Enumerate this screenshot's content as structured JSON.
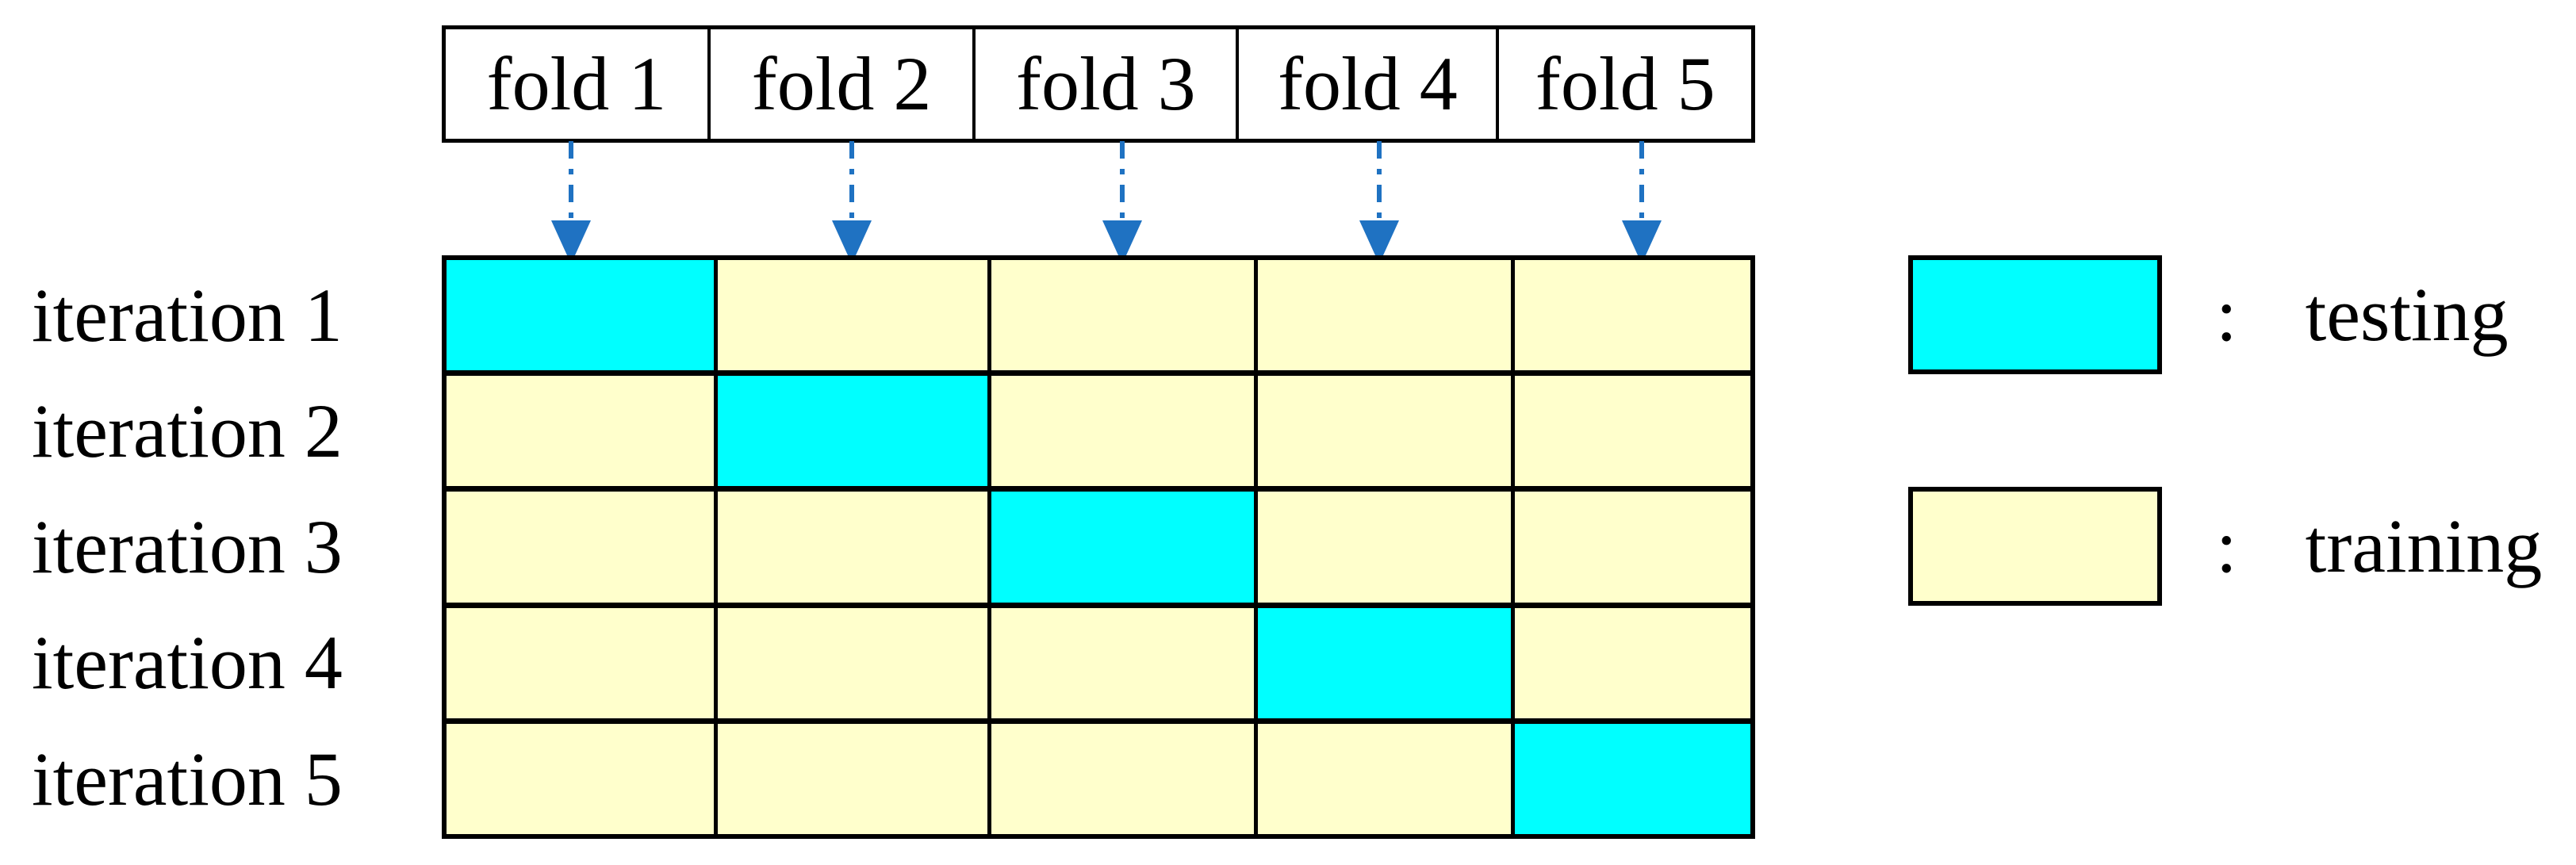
{
  "folds": {
    "labels": [
      "fold 1",
      "fold 2",
      "fold 3",
      "fold 4",
      "fold 5"
    ]
  },
  "iterations": {
    "labels": [
      "iteration 1",
      "iteration 2",
      "iteration 3",
      "iteration 4",
      "iteration 5"
    ]
  },
  "grid": {
    "matrix": [
      [
        "testing",
        "training",
        "training",
        "training",
        "training"
      ],
      [
        "training",
        "testing",
        "training",
        "training",
        "training"
      ],
      [
        "training",
        "training",
        "testing",
        "training",
        "training"
      ],
      [
        "training",
        "training",
        "training",
        "testing",
        "training"
      ],
      [
        "training",
        "training",
        "training",
        "training",
        "testing"
      ]
    ]
  },
  "legend": {
    "items": [
      {
        "key": "testing",
        "colon": ":",
        "label": "testing"
      },
      {
        "key": "training",
        "colon": ":",
        "label": "training"
      }
    ]
  },
  "colors": {
    "testing": "#00FFFF",
    "training": "#FFFFCC",
    "arrow": "#1F72C2",
    "border": "#000000"
  }
}
